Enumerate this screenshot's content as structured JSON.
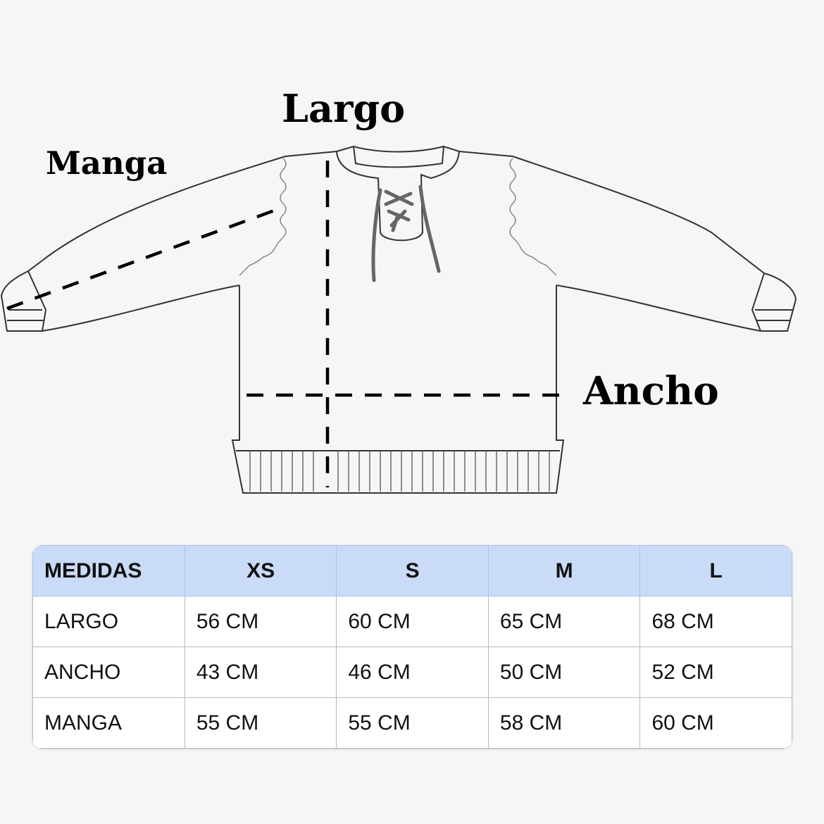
{
  "labels": {
    "largo": "Largo",
    "manga": "Manga",
    "ancho": "Ancho"
  },
  "table": {
    "headers": [
      "MEDIDAS",
      "XS",
      "S",
      "M",
      "L"
    ],
    "rows": [
      [
        "LARGO",
        "56 CM",
        "60 CM",
        "65 CM",
        "68 CM"
      ],
      [
        "ANCHO",
        "43 CM",
        "46 CM",
        "50 CM",
        "52 CM"
      ],
      [
        "MANGA",
        "55 CM",
        "55 CM",
        "58 CM",
        "60 CM"
      ]
    ]
  },
  "colors": {
    "header_bg": "#c9dbf7",
    "background": "#f6f6f6",
    "lacing": "#666666"
  }
}
